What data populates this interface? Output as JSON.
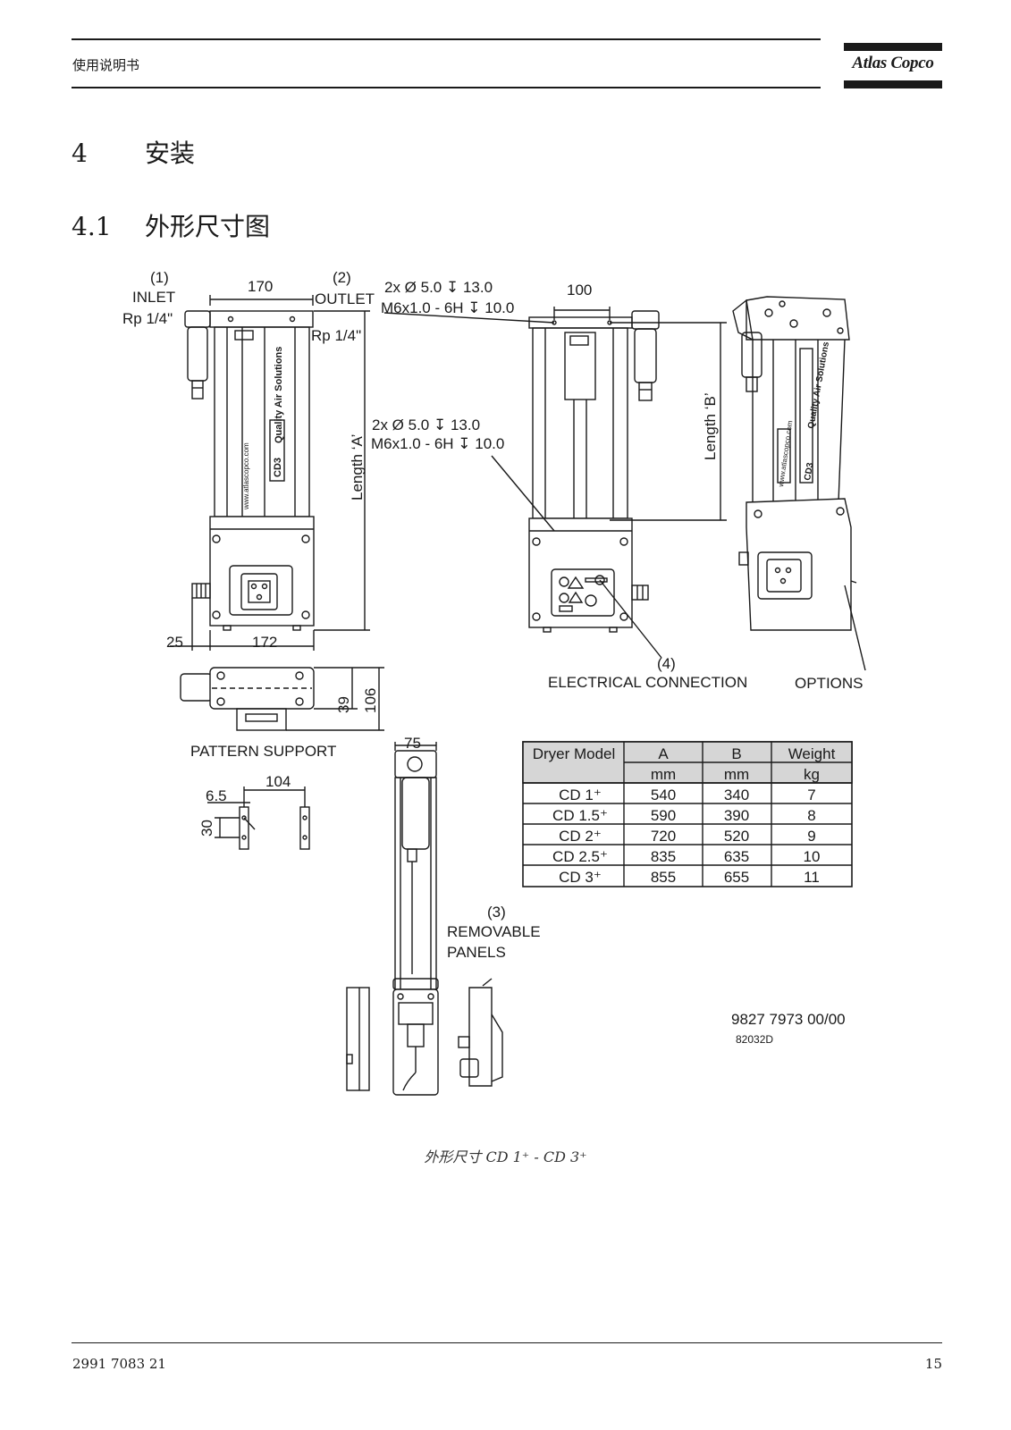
{
  "header": {
    "title": "使用说明书",
    "logo": "Atlas Copco"
  },
  "section": {
    "number": "4",
    "title": "安装"
  },
  "subsection": {
    "number": "4.1",
    "title": "外形尺寸图"
  },
  "drawing": {
    "inlet_num": "(1)",
    "inlet_label": "INLET",
    "inlet_thread": "Rp 1/4\"",
    "outlet_num": "(2)",
    "outlet_label": "OUTLET",
    "outlet_thread": "Rp 1/4\"",
    "dim_170": "170",
    "dim_100": "100",
    "dim_25": "25",
    "dim_172": "172",
    "dim_39": "39",
    "dim_106": "106",
    "dim_75": "75",
    "dim_104": "104",
    "dim_6_5": "6.5",
    "dim_30": "30",
    "hole_spec_top_1": "2x Ø 5.0 ↧ 13.0",
    "hole_spec_top_2": "M6x1.0 - 6H ↧ 10.0",
    "hole_spec_mid_1": "2x Ø 5.0 ↧ 13.0",
    "hole_spec_mid_2": "M6x1.0 - 6H ↧ 10.0",
    "length_a": "Length ‘A’",
    "length_b": "Length ‘B’",
    "unit_text_1": "Quality Air Solutions",
    "unit_text_2": "CD3",
    "unit_text_3": "www.atlascopco.com",
    "elec_num": "(4)",
    "elec_label": "ELECTRICAL CONNECTION",
    "options_label": "OPTIONS",
    "pattern_label": "PATTERN SUPPORT",
    "removable_num": "(3)",
    "removable_1": "REMOVABLE",
    "removable_2": "PANELS",
    "doc_number": "9827 7973 00/00",
    "drawing_code": "82032D"
  },
  "table": {
    "headers": [
      "Dryer Model",
      "A",
      "B",
      "Weight"
    ],
    "units": [
      "",
      "mm",
      "mm",
      "kg"
    ],
    "rows": [
      [
        "CD 1⁺",
        "540",
        "340",
        "7"
      ],
      [
        "CD 1.5⁺",
        "590",
        "390",
        "8"
      ],
      [
        "CD 2⁺",
        "720",
        "520",
        "9"
      ],
      [
        "CD 2.5⁺",
        "835",
        "635",
        "10"
      ],
      [
        "CD 3⁺",
        "855",
        "655",
        "11"
      ]
    ]
  },
  "caption": "外形尺寸 CD 1⁺ - CD 3⁺",
  "footer": {
    "doc": "2991 7083 21",
    "page": "15"
  }
}
